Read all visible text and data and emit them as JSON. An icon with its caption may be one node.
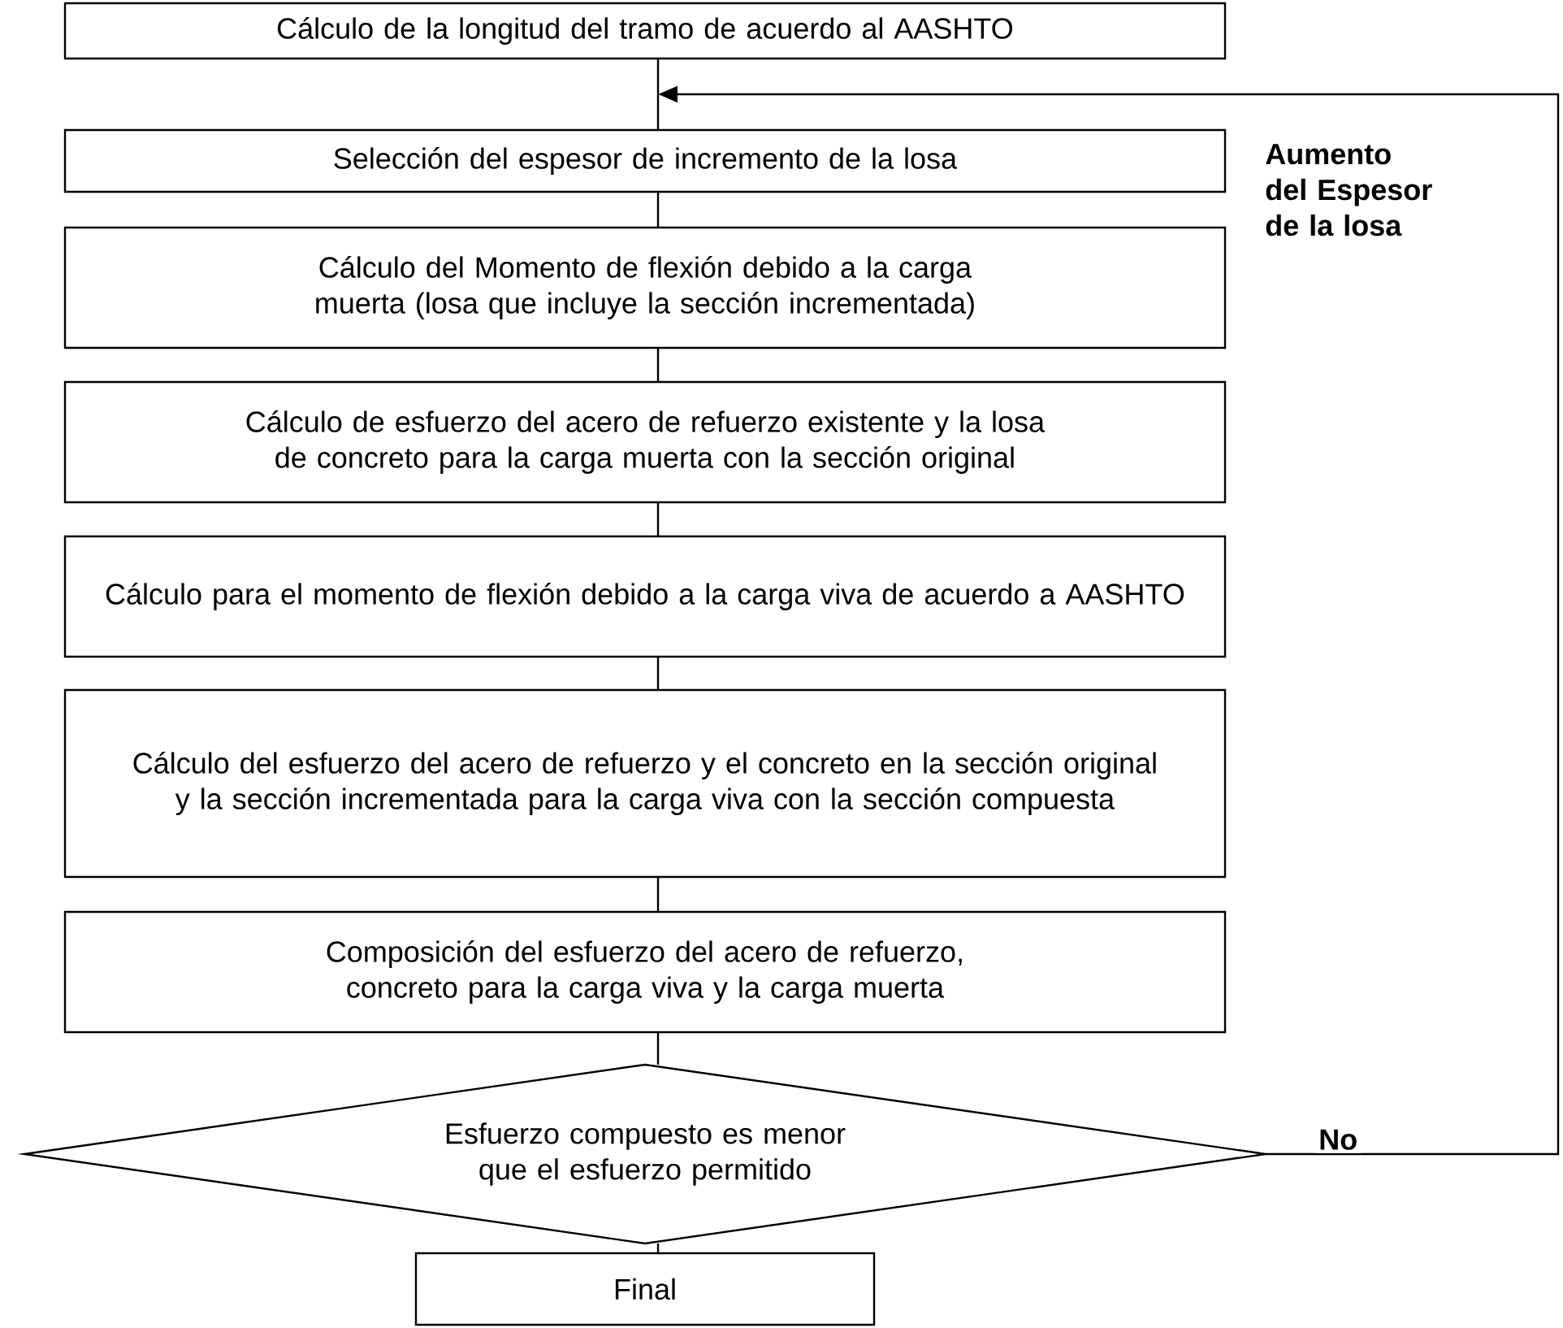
{
  "diagram": {
    "nodes": [
      {
        "text": [
          "Cálculo de la longitud del tramo de acuerdo al AASHTO"
        ]
      },
      {
        "text": [
          "Selección del espesor de incremento de la losa"
        ]
      },
      {
        "text": [
          "Cálculo del Momento de flexión debido a la carga muerta (losa que incluye la sección incrementada)"
        ]
      },
      {
        "text": [
          "Cálculo de esfuerzo del acero de refuerzo existente y la losa de concreto para la carga muerta con la sección original"
        ]
      },
      {
        "text": [
          "Cálculo para el momento de flexión debido a la carga viva de acuerdo a AASHTO"
        ]
      },
      {
        "text": [
          "Cálculo del esfuerzo del acero de refuerzo y el concreto en la sección original y la sección incrementada para la carga viva con la sección compuesta"
        ]
      },
      {
        "text": [
          "Composición del esfuerzo del acero de refuerzo, concreto para la carga viva y la carga muerta"
        ]
      },
      {
        "text": [
          "Esfuerzo compuesto es menor que el esfuerzo permitido"
        ]
      },
      {
        "text": [
          "Final"
        ]
      }
    ],
    "edges": [
      {
        "from": 0,
        "to": 1,
        "arrow": "none"
      },
      {
        "from": 1,
        "to": 2,
        "arrow": "none"
      },
      {
        "from": 2,
        "to": 3,
        "arrow": "none"
      },
      {
        "from": 3,
        "to": 4,
        "arrow": "none"
      },
      {
        "from": 4,
        "to": 5,
        "arrow": "none"
      },
      {
        "from": 5,
        "to": 6,
        "arrow": "none"
      },
      {
        "from": 6,
        "to": 7,
        "arrow": "none"
      },
      {
        "from": 7,
        "to": 8,
        "arrow": "none"
      },
      {
        "from": 7,
        "to": 1,
        "arrow": "to",
        "label": "No"
      }
    ],
    "labels": [
      "Aumento del Espesor de la losa"
    ]
  }
}
